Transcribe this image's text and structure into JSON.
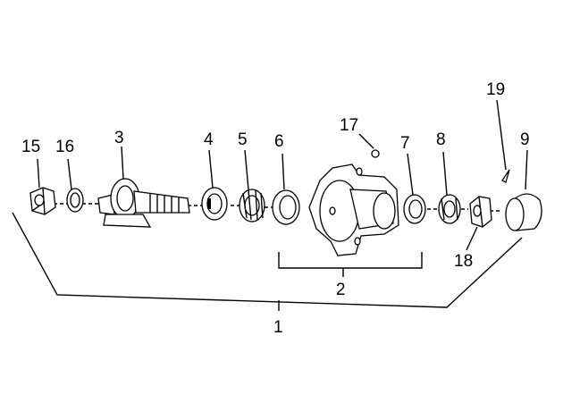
{
  "diagram": {
    "labels": {
      "l1": "1",
      "l2": "2",
      "l3": "3",
      "l4": "4",
      "l5": "5",
      "l6": "6",
      "l7": "7",
      "l8": "8",
      "l9": "9",
      "l15": "15",
      "l16": "16",
      "l17": "17",
      "l18": "18",
      "l19": "19"
    }
  }
}
